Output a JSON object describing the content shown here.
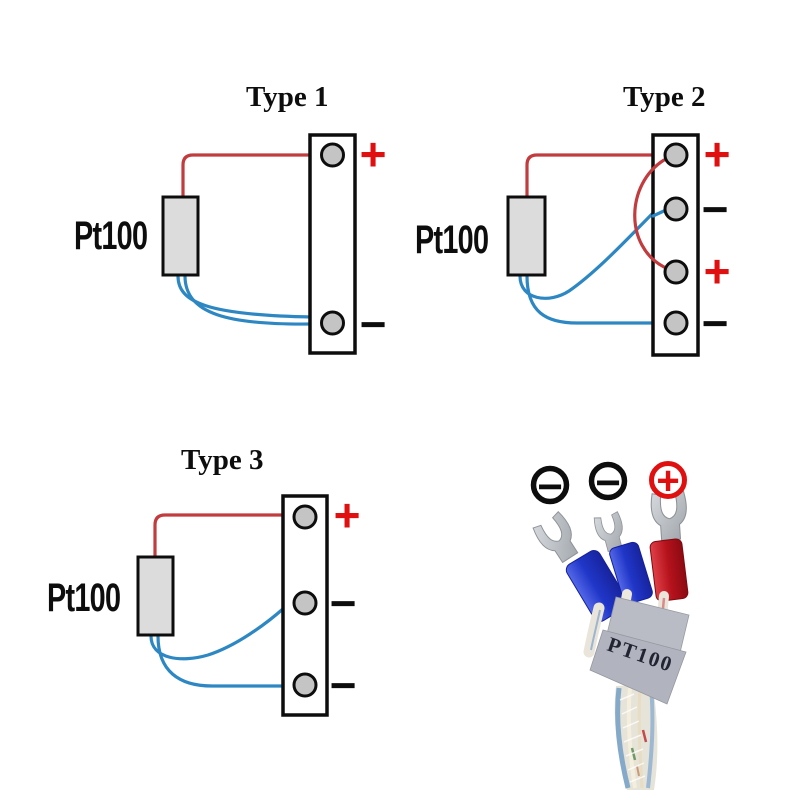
{
  "diagrams": [
    {
      "title": "Type 1",
      "sensor_label": "Pt100",
      "wire_count": {
        "red": 1,
        "blue": 2
      },
      "terminals": [
        {
          "polarity": "+"
        },
        {
          "polarity": "−"
        }
      ]
    },
    {
      "title": "Type 2",
      "sensor_label": "Pt100",
      "wire_count": {
        "red": 2,
        "blue": 2
      },
      "terminals": [
        {
          "polarity": "+"
        },
        {
          "polarity": "−"
        },
        {
          "polarity": "+"
        },
        {
          "polarity": "−"
        }
      ]
    },
    {
      "title": "Type 3",
      "sensor_label": "Pt100",
      "wire_count": {
        "red": 1,
        "blue": 2
      },
      "terminals": [
        {
          "polarity": "+"
        },
        {
          "polarity": "−"
        },
        {
          "polarity": "−"
        }
      ]
    }
  ],
  "photo": {
    "terminal_symbols": [
      {
        "polarity": "−"
      },
      {
        "polarity": "−"
      },
      {
        "polarity": "+"
      }
    ],
    "tag_label": "PT100",
    "sleeve_colors": [
      "blue",
      "blue",
      "red"
    ]
  },
  "colors": {
    "wire_red": "#c23b3e",
    "wire_blue": "#2d87c3",
    "polarity_plus": "#e01010",
    "polarity_minus": "#0d0d0d",
    "terminal_fill": "#c4c4c4",
    "sensor_box_fill": "#dcdcdc",
    "sleeve_blue": "#2036c8",
    "sleeve_red": "#b5121c",
    "tag_grey": "#b1b4be"
  }
}
